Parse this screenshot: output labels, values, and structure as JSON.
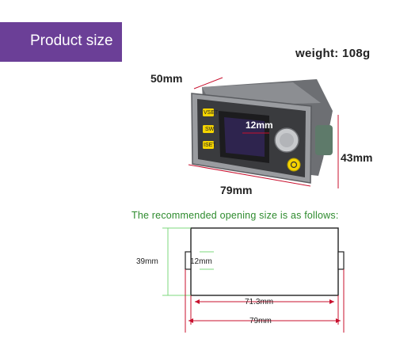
{
  "banner": {
    "title": "Product size"
  },
  "weight": "weight: 108g",
  "dimensions": {
    "depth": "50mm",
    "height": "43mm",
    "width": "79mm",
    "screen": "12mm"
  },
  "buttons": {
    "vset": "VSET",
    "sw": "SW",
    "iset": "ISET"
  },
  "note": "The recommended opening size is as follows:",
  "opening": {
    "height": "39mm",
    "inner_gap": "12mm",
    "inner_width": "71.3mm",
    "outer_width": "79mm"
  },
  "colors": {
    "banner": "#6b3f97",
    "dimension_lines": "#c8102e",
    "note_text": "#2e8b2e",
    "opening_guides": "#7dd87d"
  }
}
